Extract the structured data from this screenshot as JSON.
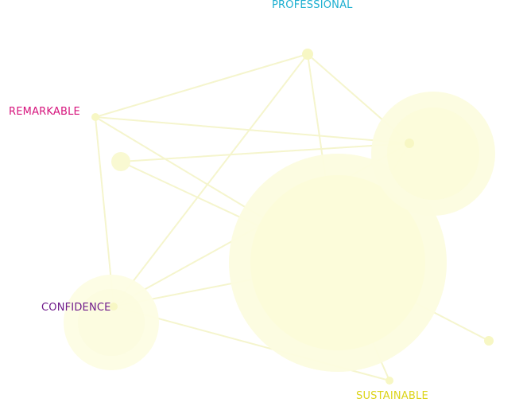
{
  "labels": {
    "professional": "PROFESSIONAL",
    "remarkable": "REMARKABLE",
    "confidence": "CONFIDENCE",
    "sustainable": "SUSTAINABLE"
  },
  "colors": {
    "professional": "#1aaed0",
    "remarkable": "#d6137c",
    "confidence": "#6f1a8a",
    "sustainable": "#dcd41a",
    "bubble_fill": "#fdfde6",
    "bubble_fill_strong": "#fbfbd2",
    "line": "#f6f6cc"
  }
}
